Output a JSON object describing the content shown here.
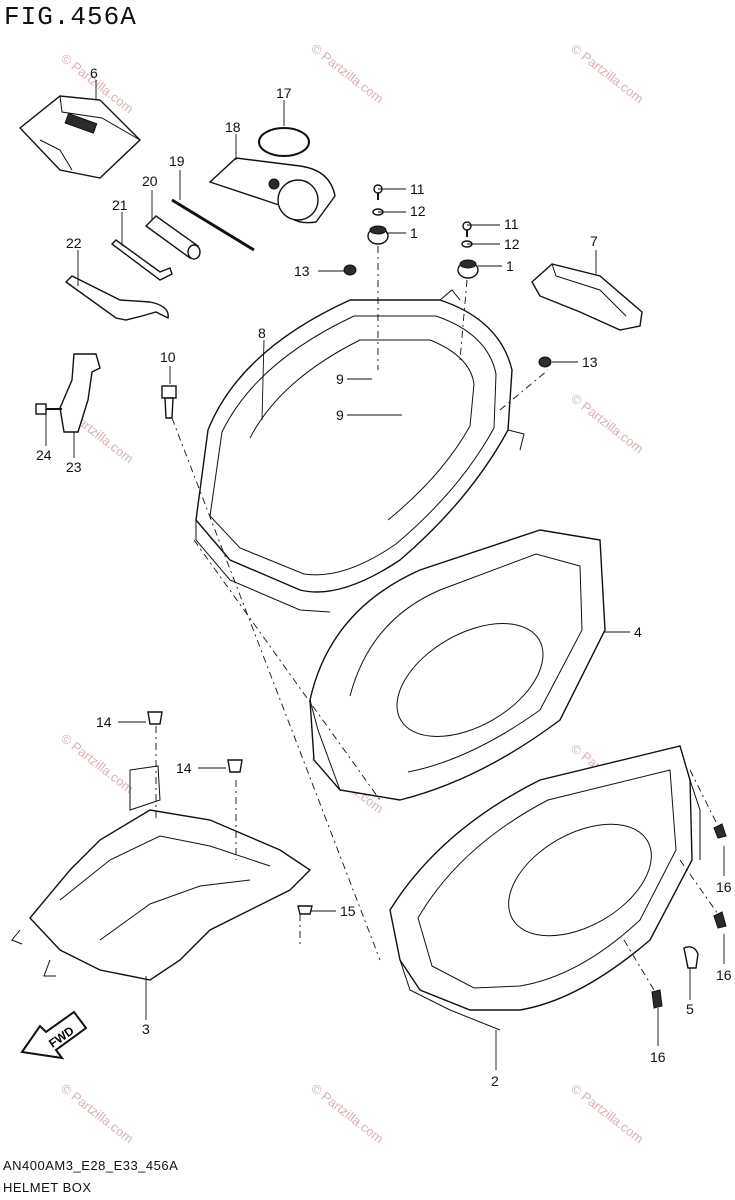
{
  "figure": {
    "title": "FIG.456A",
    "code": "AN400AM3_E28_E33_456A",
    "name": "HELMET BOX"
  },
  "watermark": {
    "text": "© Partzilla.com"
  },
  "fwd_label": "FWD",
  "callouts": {
    "c1a": "1",
    "c1b": "1",
    "c2": "2",
    "c3": "3",
    "c4": "4",
    "c5": "5",
    "c6": "6",
    "c7": "7",
    "c8": "8",
    "c9a": "9",
    "c9b": "9",
    "c10": "10",
    "c11a": "11",
    "c11b": "11",
    "c12a": "12",
    "c12b": "12",
    "c13a": "13",
    "c13b": "13",
    "c14a": "14",
    "c14b": "14",
    "c15": "15",
    "c16a": "16",
    "c16b": "16",
    "c16c": "16",
    "c17": "17",
    "c18": "18",
    "c19": "19",
    "c20": "20",
    "c21": "21",
    "c22": "22",
    "c23": "23",
    "c24": "24"
  },
  "colors": {
    "ink": "#111111",
    "watermark": "#d9b3b3"
  }
}
